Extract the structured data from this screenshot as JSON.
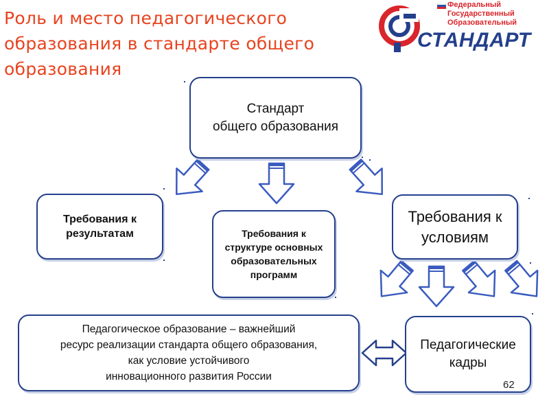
{
  "title": {
    "line1": "Роль и место педагогического",
    "line2": "образования в стандарте общего",
    "line3": "образования"
  },
  "logo": {
    "line1": "Федеральный",
    "line2": "Государственный",
    "line3": "Образовательный",
    "word": "СТАНДАРТ"
  },
  "boxes": {
    "standard": {
      "line1": "Стандарт",
      "line2": "общего образования"
    },
    "results": {
      "line1": "Требования к",
      "line2": "результатам"
    },
    "structure": {
      "line1": "Требования к",
      "line2": "структуре основных",
      "line3": "образовательных",
      "line4": "программ"
    },
    "conditions": {
      "line1": "Требования к",
      "line2": "условиям"
    },
    "pedagogical_education": {
      "line1": "Педагогическое образование – важнейший",
      "line2": "ресурс реализации стандарта общего образования,",
      "line3": "как условие устойчивого",
      "line4": "инновационного развития  России"
    },
    "staff": {
      "line1": "Педагогические",
      "line2": "кадры"
    }
  },
  "page_number": "62",
  "colors": {
    "title": "#e8431f",
    "border": "#243f8c",
    "arrow": "#3a5bbf",
    "logo_red": "#d9252b"
  }
}
